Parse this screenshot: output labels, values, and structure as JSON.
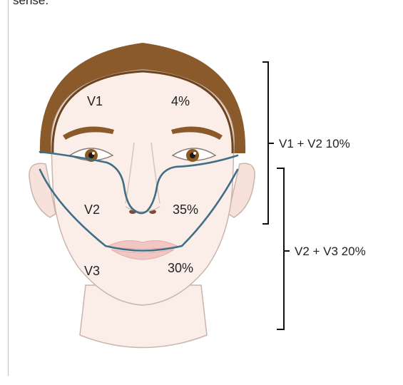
{
  "header_fragment": "sense.",
  "regions": [
    {
      "name": "V1",
      "percent": "4%"
    },
    {
      "name": "V2",
      "percent": "35%"
    },
    {
      "name": "V3",
      "percent": "30%"
    }
  ],
  "brackets": [
    {
      "label": "V1 + V2 10%"
    },
    {
      "label": "V2 + V3 20%"
    }
  ],
  "colors": {
    "hair": "#8a5a2b",
    "skin": "#fbeee8",
    "skin_shadow": "#f1ddd4",
    "outline": "#c9b5ae",
    "dermatome_line": "#3f6f87",
    "lips": "#f2c6c2",
    "iris": "#8b5a22",
    "accent_rule": "#8fd3e6"
  }
}
